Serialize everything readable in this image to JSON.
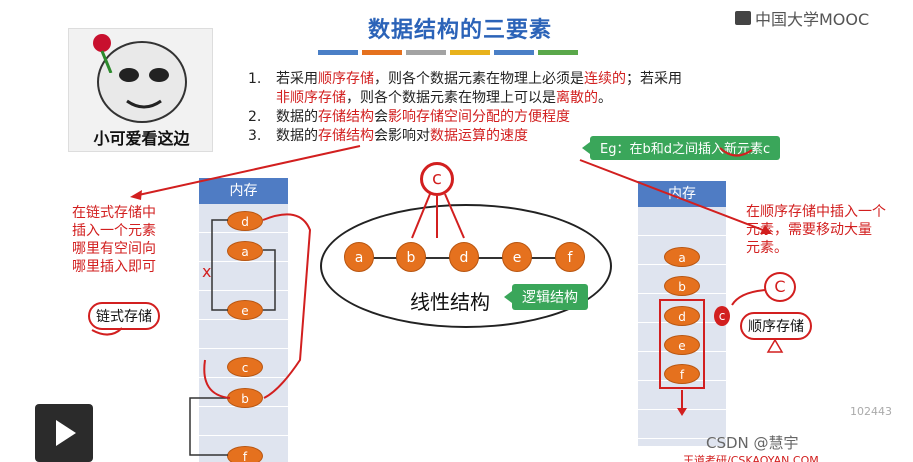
{
  "header": {
    "title": "数据结构的三要素",
    "logo": "中国大学MOOC",
    "bar_colors": [
      "#4a7fc6",
      "#e5711e",
      "#a3a3a3",
      "#e8b21c",
      "#4a7fc6",
      "#5aa84a"
    ]
  },
  "meme": {
    "caption": "小可爱看这边"
  },
  "bullets": [
    {
      "num": "1.",
      "parts": [
        "若采用",
        "顺序存储",
        "，则各个数据元素在物理上必须是",
        "连续的",
        "；若采用"
      ]
    },
    {
      "num": "",
      "parts": [
        "非顺序存储",
        "，则各个数据元素在物理上可以是",
        "离散的",
        "。"
      ]
    },
    {
      "num": "2.",
      "parts": [
        "数据的",
        "存储结构",
        "会",
        "影响存储空间分配的方便程度"
      ]
    },
    {
      "num": "3.",
      "parts": [
        "数据的",
        "存储结构",
        "会影响对",
        "数据运算的速度"
      ]
    }
  ],
  "eg_note": "Eg：在b和d之间插入新元素c",
  "left_memory": {
    "header": "内存",
    "nodes": {
      "d": "d",
      "a": "a",
      "e": "e",
      "c": "c",
      "b": "b",
      "f": "f"
    }
  },
  "left_annotation": {
    "lines": [
      "在链式存储中",
      "插入一个元素",
      "哪里有空间向",
      "哪里插入即可"
    ],
    "label": "链式存储",
    "cross": "x"
  },
  "linear": {
    "nodes": [
      "a",
      "b",
      "d",
      "e",
      "f"
    ],
    "insert_label": "c",
    "caption": "线性结构",
    "tag": "逻辑结构"
  },
  "right_memory": {
    "header": "内存",
    "nodes": [
      "a",
      "b",
      "d",
      "e",
      "f"
    ],
    "insert_label": "c"
  },
  "right_annotation": {
    "lines": [
      "在顺序存储中插入一个",
      "元素，需要移动大量",
      "元素。"
    ],
    "label": "顺序存储",
    "c_label": "C"
  },
  "overlay": {
    "watermark": "CSDN @慧宇",
    "number": "102443",
    "footer": "王道考研/CSKAOYAN.COM"
  },
  "player": {
    "play_icon": "play-icon"
  }
}
